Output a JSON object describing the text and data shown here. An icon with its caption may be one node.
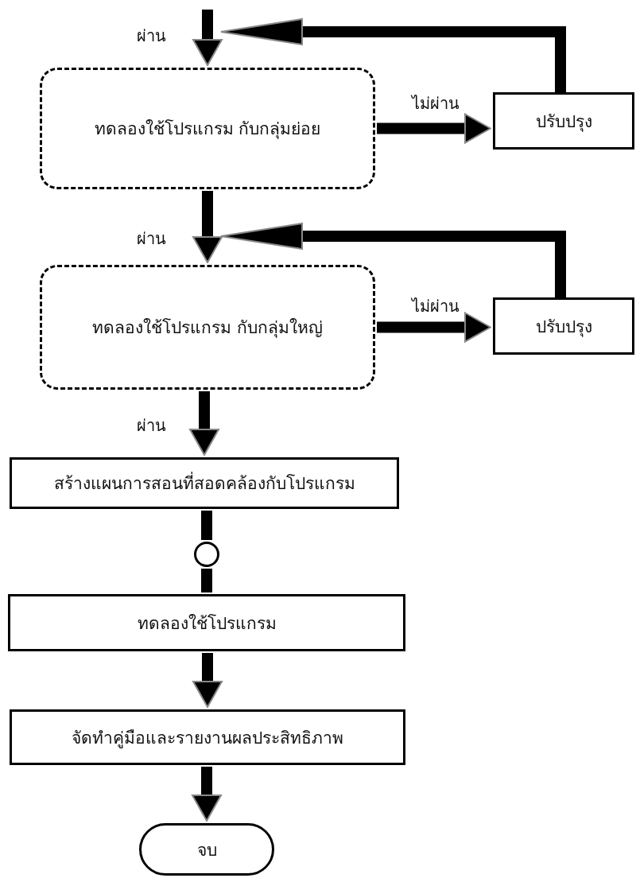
{
  "diagram": {
    "nodes": [
      {
        "text": [
          "ทดลองใช้โปรแกรม กับกลุ่มย่อย"
        ]
      },
      {
        "text": [
          "ปรับปรุง"
        ]
      },
      {
        "text": [
          "ทดลองใช้โปรแกรม กับกลุ่มใหญ่"
        ]
      },
      {
        "text": [
          "ปรับปรุง"
        ]
      },
      {
        "text": [
          "สร้างแผนการสอนที่สอดคล้องกับโปรแกรม"
        ]
      },
      {
        "text": [],
        "shape": "circle"
      },
      {
        "text": [
          "ทดลองใช้โปรแกรม"
        ]
      },
      {
        "text": [
          "จัดทำคู่มือและรายงานผลประสิทธิภาพ"
        ]
      },
      {
        "text": [
          "จบ"
        ]
      }
    ],
    "edges": [
      {
        "from": null,
        "to": 0,
        "arrow": "to",
        "label": "ผ่าน"
      },
      {
        "from": 1,
        "to": 0,
        "arrow": "to"
      },
      {
        "from": 0,
        "to": 1,
        "arrow": "to",
        "label": "ไม่ผ่าน"
      },
      {
        "from": 0,
        "to": 2,
        "arrow": "to",
        "label": "ผ่าน"
      },
      {
        "from": 3,
        "to": 2,
        "arrow": "to"
      },
      {
        "from": 2,
        "to": 3,
        "arrow": "to",
        "label": "ไม่ผ่าน"
      },
      {
        "from": 2,
        "to": 4,
        "arrow": "to",
        "label": "ผ่าน"
      },
      {
        "from": 4,
        "to": 5,
        "arrow": "none"
      },
      {
        "from": 5,
        "to": 6,
        "arrow": "none"
      },
      {
        "from": 6,
        "to": 7,
        "arrow": "to"
      },
      {
        "from": 7,
        "to": 8,
        "arrow": "to"
      }
    ]
  }
}
